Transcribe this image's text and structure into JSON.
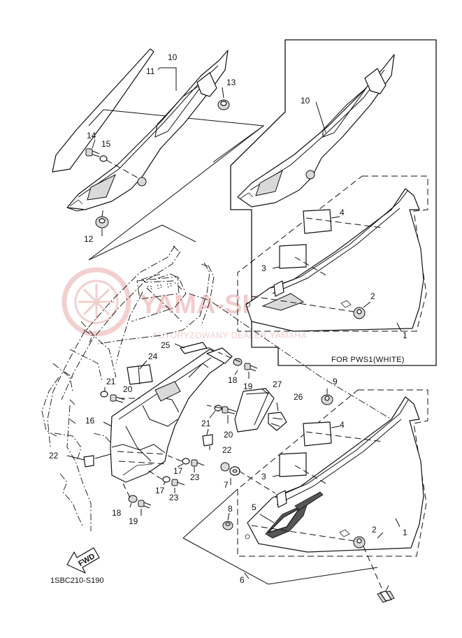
{
  "callouts": [
    {
      "id": "c10a",
      "text": "10"
    },
    {
      "id": "c11",
      "text": "11"
    },
    {
      "id": "c13",
      "text": "13"
    },
    {
      "id": "c14",
      "text": "14"
    },
    {
      "id": "c15",
      "text": "15"
    },
    {
      "id": "c12",
      "text": "12"
    },
    {
      "id": "c10b",
      "text": "10"
    },
    {
      "id": "c4a",
      "text": "4"
    },
    {
      "id": "c3a",
      "text": "3"
    },
    {
      "id": "c2a",
      "text": "2"
    },
    {
      "id": "c1a",
      "text": "1"
    },
    {
      "id": "c25",
      "text": "25"
    },
    {
      "id": "c24",
      "text": "24"
    },
    {
      "id": "c21a",
      "text": "21"
    },
    {
      "id": "c20a",
      "text": "20"
    },
    {
      "id": "c18a",
      "text": "18"
    },
    {
      "id": "c19a",
      "text": "19"
    },
    {
      "id": "c27",
      "text": "27"
    },
    {
      "id": "c26",
      "text": "26"
    },
    {
      "id": "c9",
      "text": "9"
    },
    {
      "id": "c16",
      "text": "16"
    },
    {
      "id": "c21b",
      "text": "21"
    },
    {
      "id": "c20b",
      "text": "20"
    },
    {
      "id": "c22a",
      "text": "22"
    },
    {
      "id": "c22b",
      "text": "22"
    },
    {
      "id": "c17a",
      "text": "17"
    },
    {
      "id": "c23a",
      "text": "23"
    },
    {
      "id": "c17b",
      "text": "17"
    },
    {
      "id": "c23b",
      "text": "23"
    },
    {
      "id": "c18b",
      "text": "18"
    },
    {
      "id": "c19b",
      "text": "19"
    },
    {
      "id": "c4b",
      "text": "4"
    },
    {
      "id": "c7",
      "text": "7"
    },
    {
      "id": "c3b",
      "text": "3"
    },
    {
      "id": "c8",
      "text": "8"
    },
    {
      "id": "c5",
      "text": "5"
    },
    {
      "id": "c2b",
      "text": "2"
    },
    {
      "id": "c1b",
      "text": "1"
    },
    {
      "id": "c6",
      "text": "6"
    }
  ],
  "variant_box_label": "FOR PWS1(WHITE)",
  "fwd_label": "FWD",
  "diagram_code": "1SBC210-S190",
  "watermark": {
    "brand": "YAMA-SKLEP.PL",
    "tagline": "AUTORYZOWANY DEALER YAMAHA",
    "color": "#e9a3a3"
  }
}
